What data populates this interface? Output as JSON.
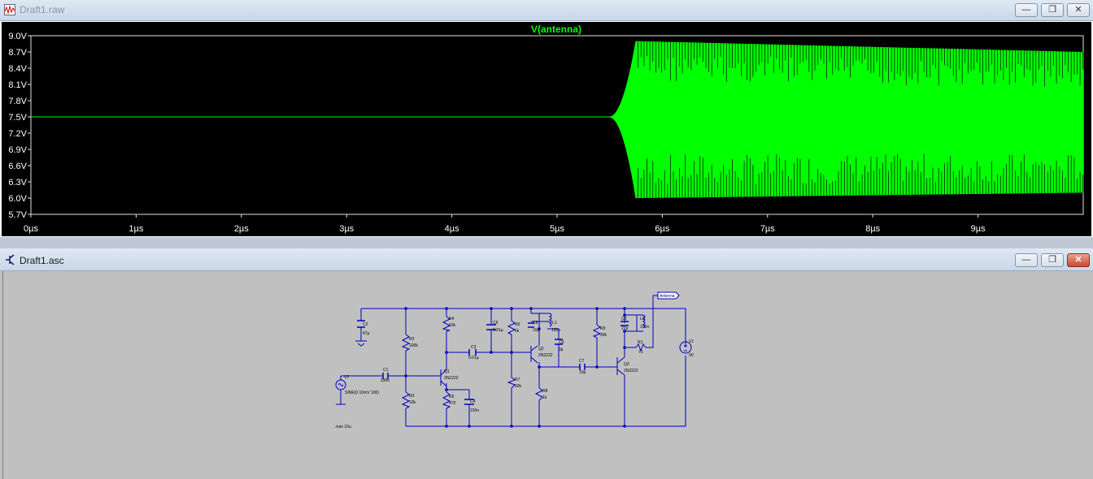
{
  "waveform_window": {
    "title": "Draft1.raw",
    "buttons": {
      "minimize": "—",
      "restore": "❐",
      "close": "✕"
    }
  },
  "chart_data": {
    "type": "line",
    "title": "V(antenna)",
    "color": "#00ff00",
    "background": "#000000",
    "xlabel": "",
    "ylabel": "",
    "x_ticks": [
      "0µs",
      "1µs",
      "2µs",
      "3µs",
      "4µs",
      "5µs",
      "6µs",
      "7µs",
      "8µs",
      "9µs"
    ],
    "y_ticks": [
      "9.0V",
      "8.7V",
      "8.4V",
      "8.1V",
      "7.8V",
      "7.5V",
      "7.2V",
      "6.9V",
      "6.6V",
      "6.3V",
      "6.0V",
      "5.7V"
    ],
    "xlim": [
      0,
      10
    ],
    "ylim": [
      5.7,
      9.0
    ],
    "series": [
      {
        "name": "V(antenna)",
        "baseline_v": 7.5,
        "oscillation_start_us": 5.5,
        "full_amplitude_us": 5.75,
        "max_v": [
          [
            5.75,
            8.9
          ],
          [
            10.0,
            8.7
          ]
        ],
        "min_v": [
          [
            5.75,
            6.0
          ],
          [
            10.0,
            6.1
          ]
        ]
      }
    ]
  },
  "schematic_window": {
    "title": "Draft1.asc",
    "buttons": {
      "minimize": "—",
      "restore": "❐",
      "close": "✕"
    },
    "labels": {
      "net_antenna": "Antenna",
      "c2": "C2",
      "c2v": "47µ",
      "r2": "R2",
      "r2v": "100k",
      "r3": "R3",
      "r3v": "10k",
      "v2": "V2",
      "v2v": "SINE(0 10mV 100)",
      "c1": "C1",
      "c1v": "330n",
      "q1": "Q1",
      "q1v": "2N2222",
      "r4": "R4",
      "r4v": "10k",
      "r5": "R5",
      "r5v": "470",
      "c4": "C4",
      "c4v": "150n",
      "c3": "C3",
      "c3v": "0.01µ",
      "c5": "C5",
      "c5v": "0.01µ",
      "r6": "R6",
      "r6v": "6k",
      "r7": "R7",
      "r7v": "60k",
      "c6": "C6",
      "c6v": "10p",
      "l1": "L1",
      "l1v": "100n",
      "c9": "C9",
      "c9v": "3p",
      "q2": "Q2",
      "q2v": "2N2222",
      "r8": "R8",
      "r8v": "1k",
      "c7": "C7",
      "c7v": "10p",
      "r9": "R9",
      "r9v": "30k",
      "c8": "C8",
      "c8v": "22p",
      "l2": "L2",
      "l2v": "100n",
      "r1": "R1",
      "r1v": "75",
      "q3": "Q3",
      "q3v": "2N2222",
      "v1": "V1",
      "v1v": "9V",
      "directive": ".tran 10u"
    }
  }
}
